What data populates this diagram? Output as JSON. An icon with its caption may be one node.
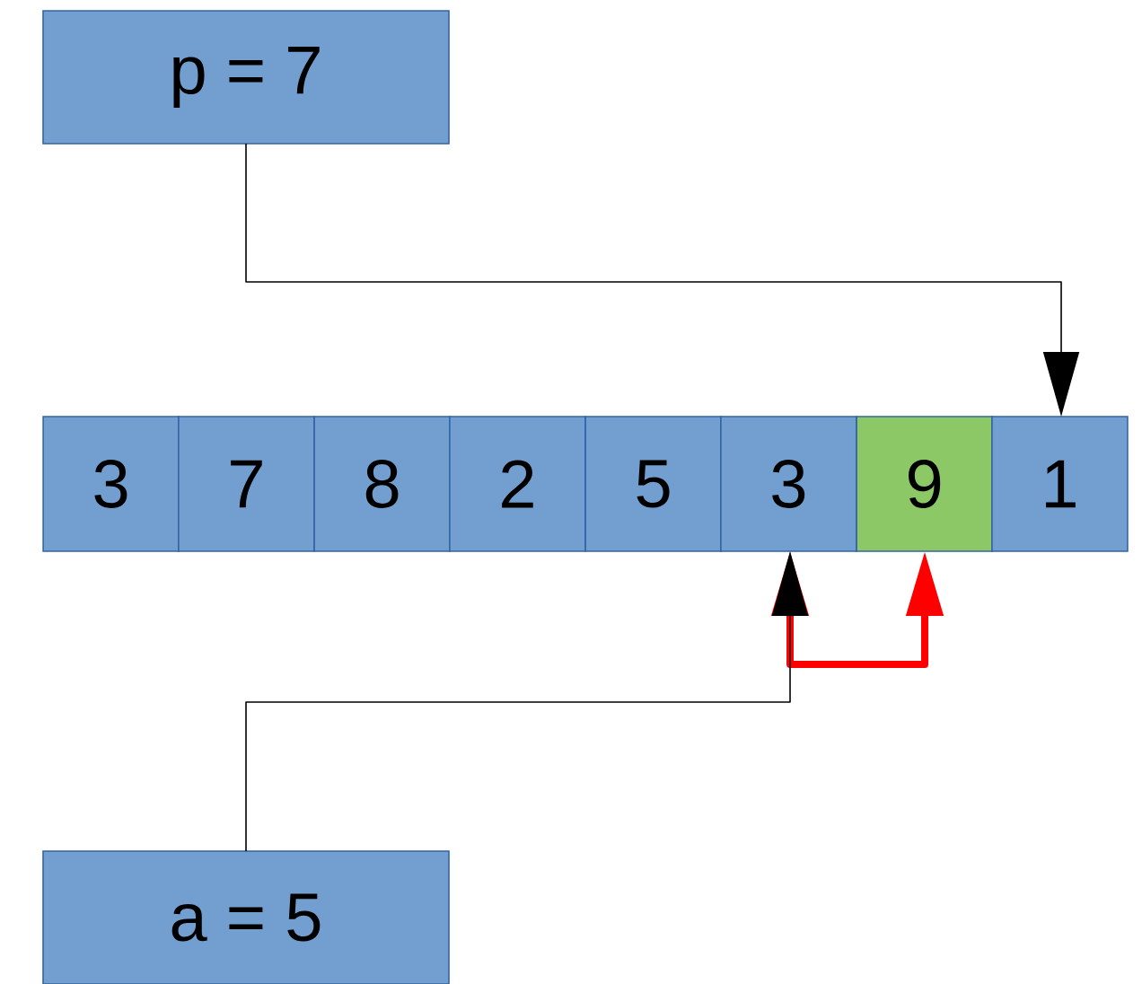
{
  "diagram": {
    "nodes": [
      {
        "text": [
          "p = 7"
        ]
      },
      {
        "text": [
          "3"
        ]
      },
      {
        "text": [
          "7"
        ]
      },
      {
        "text": [
          "8"
        ]
      },
      {
        "text": [
          "2"
        ]
      },
      {
        "text": [
          "5"
        ]
      },
      {
        "text": [
          "3"
        ]
      },
      {
        "text": [
          "9"
        ]
      },
      {
        "text": [
          "1"
        ]
      },
      {
        "text": [
          "a = 5"
        ]
      }
    ],
    "edges": [
      {
        "from": 0,
        "to": 8,
        "arrow": "to"
      },
      {
        "from": 6,
        "to": 7,
        "arrow": "both",
        "style": "thick",
        "color": "#ff0000"
      },
      {
        "from": 9,
        "to": 6,
        "arrow": "to"
      }
    ]
  }
}
